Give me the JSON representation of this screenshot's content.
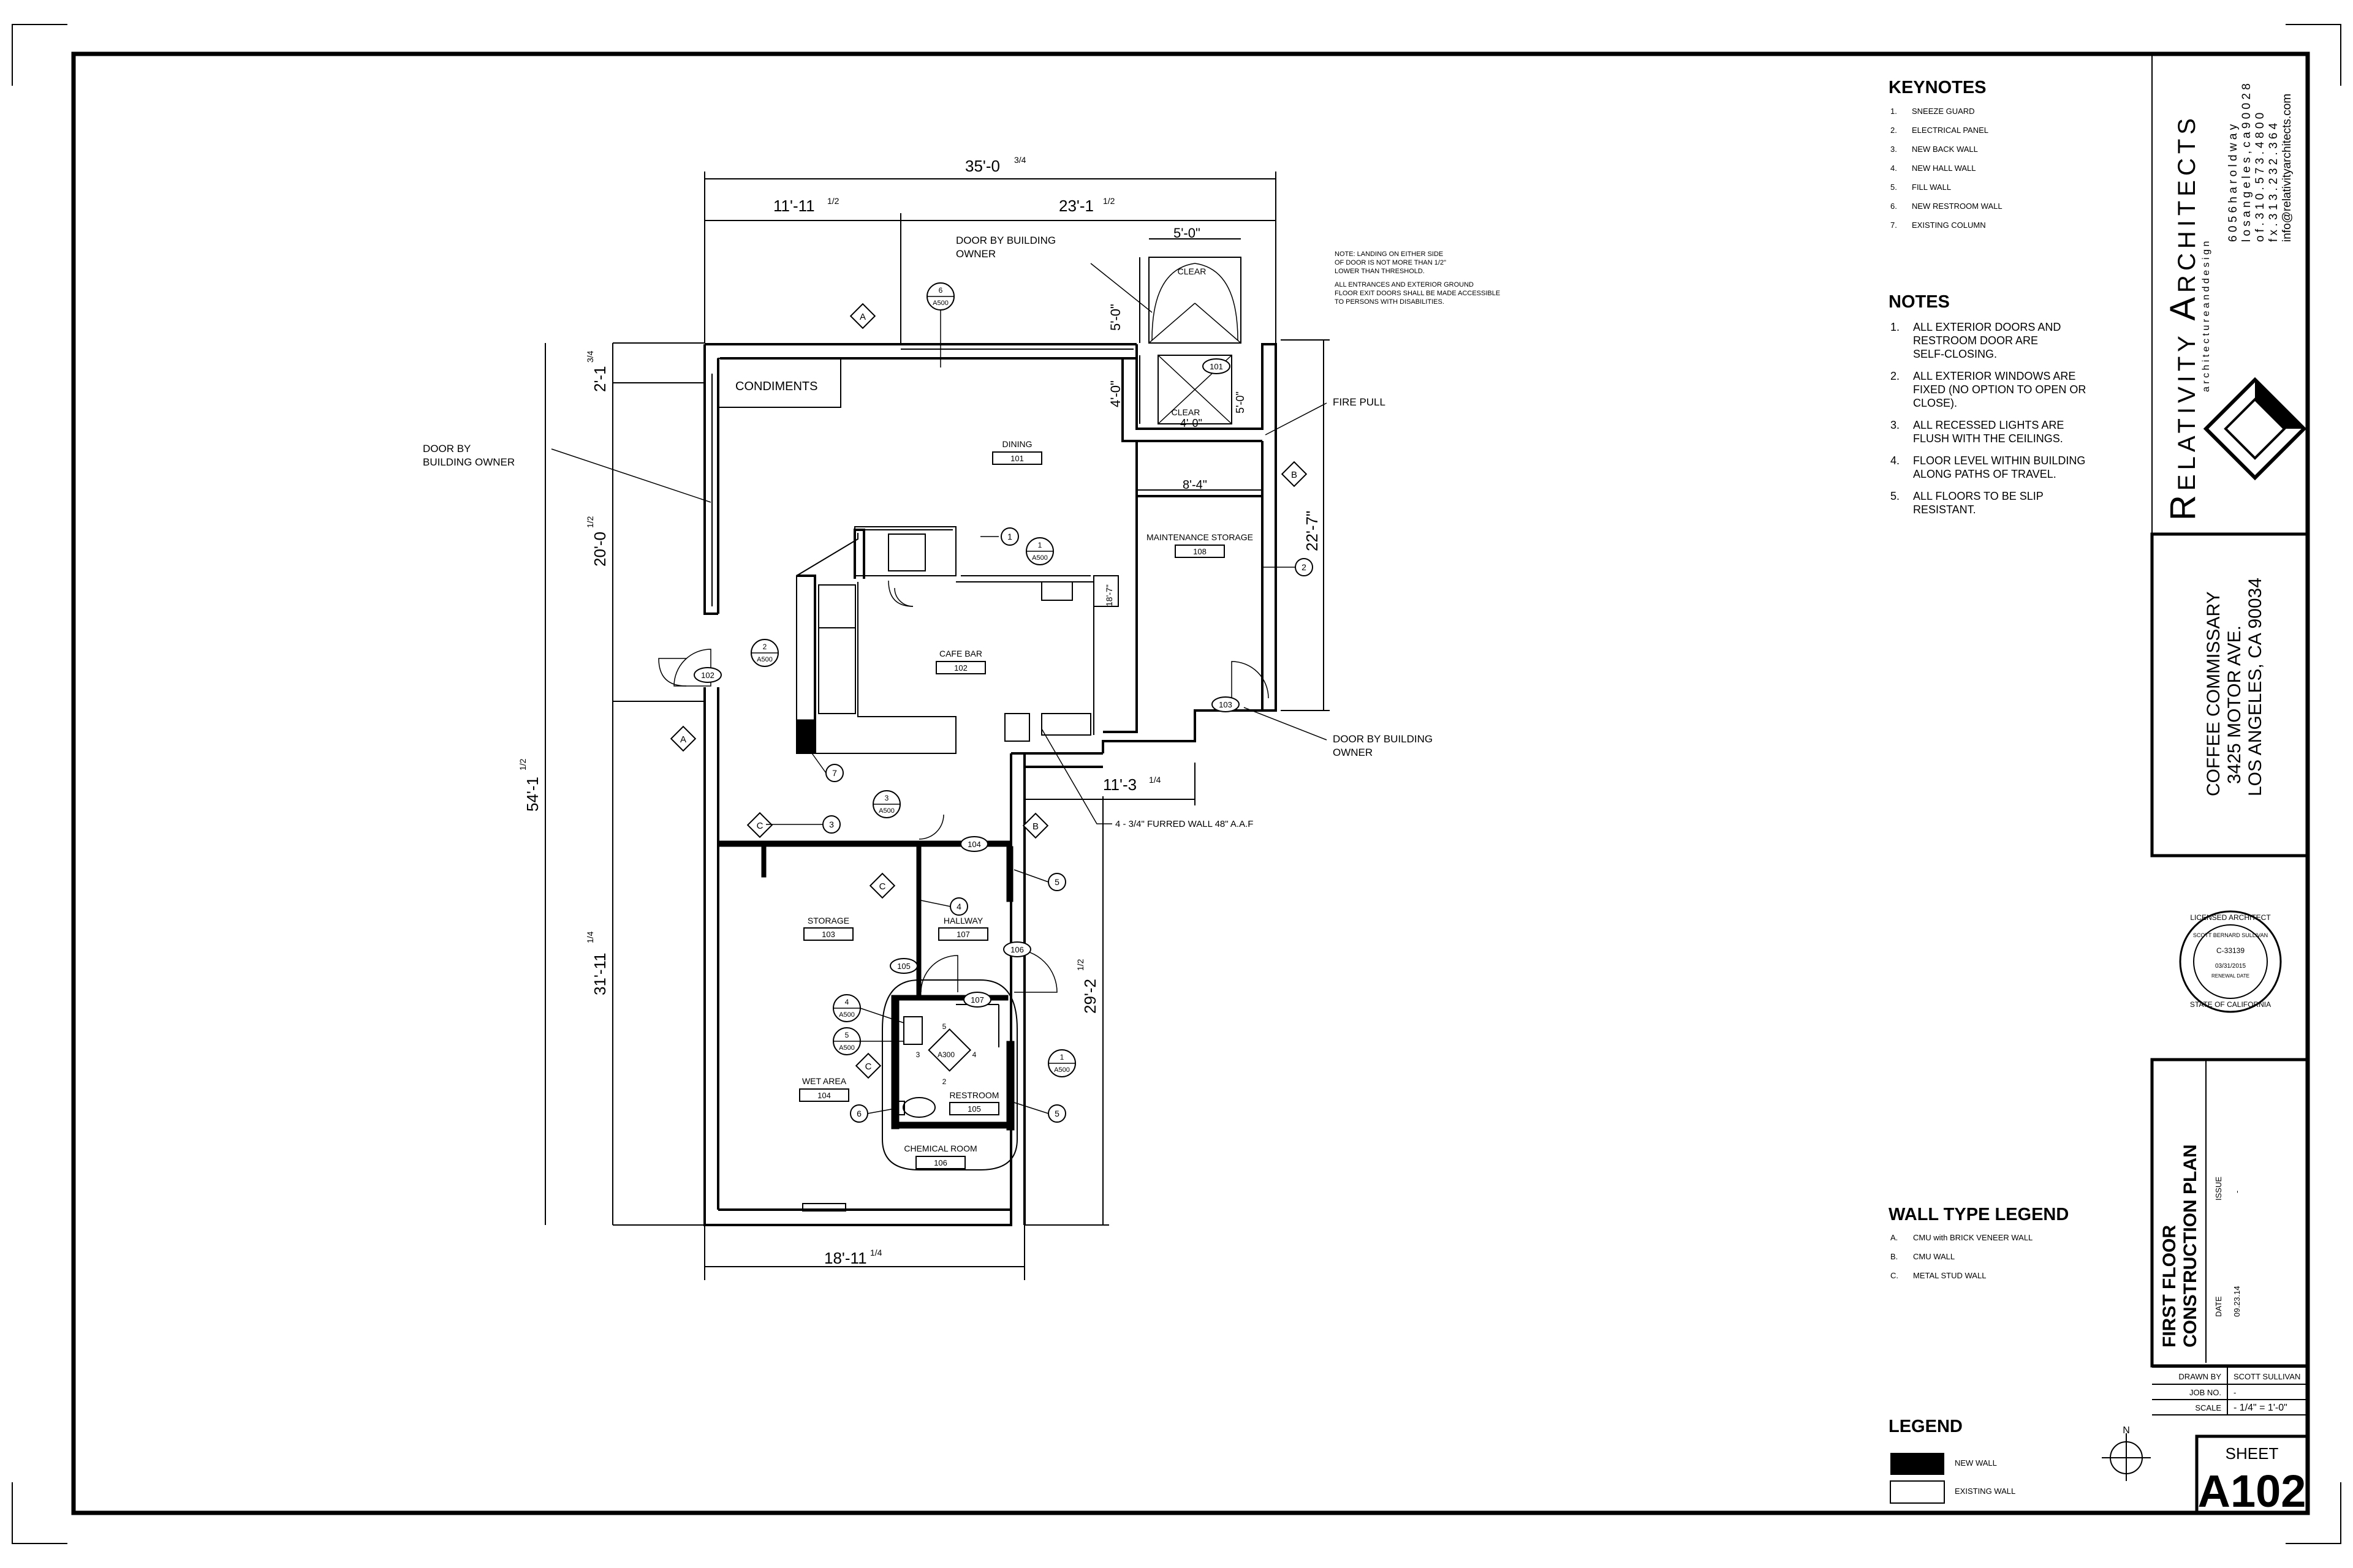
{
  "keynotes": {
    "title": "KEYNOTES",
    "items": [
      {
        "num": "1.",
        "text": "SNEEZE GUARD"
      },
      {
        "num": "2.",
        "text": "ELECTRICAL PANEL"
      },
      {
        "num": "3.",
        "text": "NEW BACK WALL"
      },
      {
        "num": "4.",
        "text": "NEW HALL WALL"
      },
      {
        "num": "5.",
        "text": "FILL WALL"
      },
      {
        "num": "6.",
        "text": "NEW RESTROOM WALL"
      },
      {
        "num": "7.",
        "text": "EXISTING COLUMN"
      }
    ]
  },
  "notes": {
    "title": "NOTES",
    "items": [
      {
        "num": "1.",
        "lines": [
          "ALL EXTERIOR DOORS AND",
          "RESTROOM DOOR  ARE",
          "SELF-CLOSING."
        ]
      },
      {
        "num": "2.",
        "lines": [
          "ALL EXTERIOR WINDOWS ARE",
          "FIXED (NO OPTION TO OPEN OR",
          "CLOSE)."
        ]
      },
      {
        "num": "3.",
        "lines": [
          "ALL RECESSED LIGHTS  ARE",
          "FLUSH WITH THE CEILINGS."
        ]
      },
      {
        "num": "4.",
        "lines": [
          "FLOOR LEVEL WITHIN BUILDING",
          "ALONG PATHS OF TRAVEL."
        ]
      },
      {
        "num": "5.",
        "lines": [
          "ALL FLOORS TO BE SLIP",
          "RESISTANT."
        ]
      }
    ]
  },
  "landing_note": {
    "lines": [
      "NOTE: LANDING ON EITHER SIDE",
      "OF DOOR IS NOT MORE THAN 1/2\"",
      "LOWER THAN THRESHOLD.",
      "ALL ENTRANCES AND EXTERIOR GROUND",
      "FLOOR EXIT DOORS SHALL BE MADE ACCESSIBLE",
      "TO PERSONS WITH DISABILITIES."
    ]
  },
  "wall_type_legend": {
    "title": "WALL TYPE LEGEND",
    "items": [
      {
        "key": "A.",
        "text": "CMU with BRICK VENEER WALL"
      },
      {
        "key": "B.",
        "text": "CMU WALL"
      },
      {
        "key": "C.",
        "text": "METAL STUD WALL"
      }
    ]
  },
  "legend": {
    "title": "LEGEND",
    "new_wall": "NEW WALL",
    "existing_wall": "EXISTING WALL"
  },
  "firm": {
    "name_big_r": "R",
    "name_rest": "ELATIVITY ",
    "name_big_a": "A",
    "name_rest2": "RCHITECTS",
    "tagline": "a r c h i t e c t u r e   a n d   d e s i g n",
    "address_lines": [
      "6 0 5 6   h a r o l d   w a y",
      "l o s   a n g e l e s ,  c a  9 0 0 2 8",
      "o f .  3 1 0 . 5 7 3 . 4 8 0 0",
      "f x .  3 1 3 . 2 3 2 . 3 6 4",
      "info@relativityarchitects.com"
    ]
  },
  "project": {
    "name": "COFFEE COMMISSARY",
    "street": "3425 MOTOR AVE.",
    "city": "LOS ANGELES, CA 90034"
  },
  "stamp": {
    "top": "LICENSED ARCHITECT",
    "inner_top": "SCOTT BERNARD SULLIVAN",
    "number": "C-33139",
    "date": "03/31/2015",
    "renewal": "RENEWAL DATE",
    "bottom": "STATE OF CALIFORNIA"
  },
  "drawing_title": {
    "line1": "FIRST FLOOR",
    "line2": "CONSTRUCTION PLAN",
    "issue_label": "ISSUE",
    "issue_value": "-",
    "date_label": "DATE",
    "date_value": "09.23.14"
  },
  "title_block": {
    "drawn_by_label": "DRAWN BY",
    "drawn_by": "SCOTT SULLIVAN",
    "job_no_label": "JOB NO.",
    "job_no": "-",
    "scale_label": "SCALE",
    "scale": "-   1/4\" = 1'-0\"",
    "sheet_label": "SHEET",
    "sheet_number": "A102"
  },
  "north_arrow": "N",
  "rooms": [
    {
      "name": "DINING",
      "num": "101"
    },
    {
      "name": "CAFE BAR",
      "num": "102"
    },
    {
      "name": "STORAGE",
      "num": "103"
    },
    {
      "name": "WET AREA",
      "num": "104"
    },
    {
      "name": "RESTROOM",
      "num": "105"
    },
    {
      "name": "CHEMICAL ROOM",
      "num": "106"
    },
    {
      "name": "HALLWAY",
      "num": "107"
    },
    {
      "name": "MAINTENANCE STORAGE",
      "num": "108"
    }
  ],
  "labels": {
    "condiments": "CONDIMENTS",
    "door_owner_top": [
      "DOOR BY BUILDING",
      "OWNER"
    ],
    "door_owner_left": [
      "DOOR BY",
      "BUILDING  OWNER"
    ],
    "door_owner_right": [
      "DOOR BY BUILDING",
      "OWNER"
    ],
    "fire_pull": "FIRE PULL",
    "furred_wall": "4 - 3/4\" FURRED WALL 48\" A.A.F",
    "clear": "CLEAR"
  },
  "dimensions": {
    "overall_width": "35'-0",
    "overall_width_frac": "3/4",
    "left_width": "11'-11",
    "left_width_frac": "1/2",
    "right_width": "23'-1",
    "right_width_frac": "1/2",
    "clear_width": "5'-0\"",
    "clear_depth": "5'-0\"",
    "landing_depth": "4'-0\"",
    "landing_width": "4'-0\"",
    "landing_side": "5'-0\"",
    "maint_width": "8'-4\"",
    "maint_depth": "22'-7\"",
    "top_left_depth": "2'-1",
    "top_left_depth_frac": "3/4",
    "upper_depth": "20'-0",
    "upper_depth_frac": "1/2",
    "overall_depth": "54'-1",
    "overall_depth_frac": "1/2",
    "lower_depth": "31'-11",
    "lower_depth_frac": "1/4",
    "right_lower_depth": "29'-2",
    "right_lower_depth_frac": "1/2",
    "bottom_width": "18'-11",
    "bottom_width_frac": "1/4",
    "bar_offset": "11'-3",
    "bar_offset_frac": "1/4",
    "bar_small": "18'-7\""
  },
  "tags": {
    "door_101": "101",
    "door_102": "102",
    "door_103": "103",
    "door_104": "104",
    "door_105": "105",
    "door_106": "106",
    "door_107": "107",
    "a500": "A500",
    "a300": "A300",
    "wall_a": "A",
    "wall_b": "B",
    "wall_c": "C",
    "k1": "1",
    "k2": "2",
    "k3": "3",
    "k4": "4",
    "k5": "5",
    "k6": "6",
    "k7": "7",
    "s1": "1",
    "s2": "2",
    "s3": "3",
    "s4": "4",
    "s5": "5",
    "s6": "6"
  }
}
